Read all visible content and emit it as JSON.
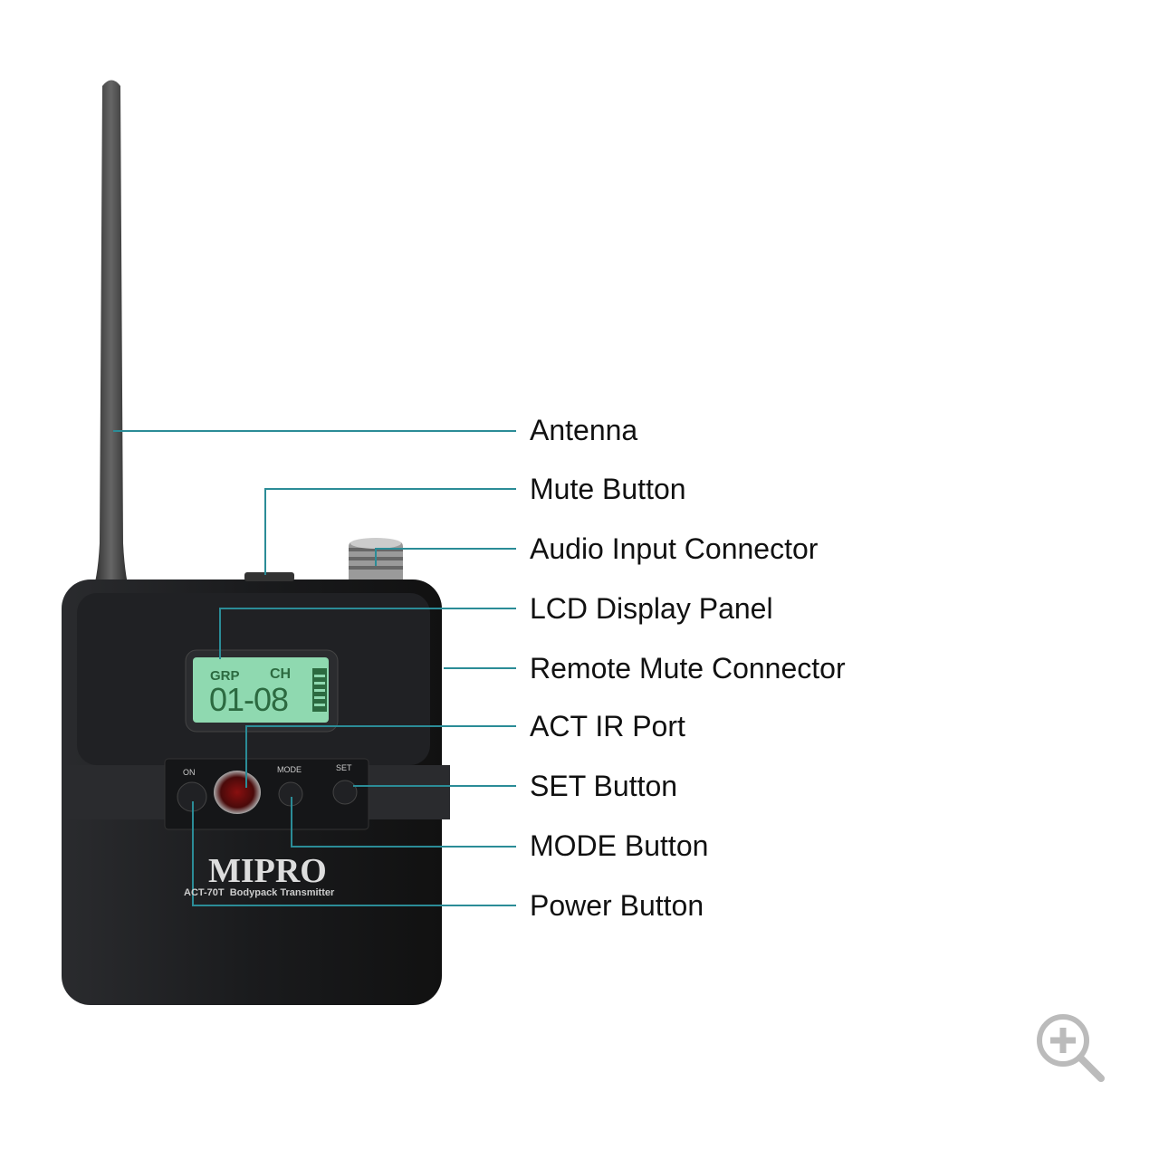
{
  "callouts": [
    {
      "label": "Antenna"
    },
    {
      "label": "Mute Button"
    },
    {
      "label": "Audio Input Connector"
    },
    {
      "label": "LCD Display Panel"
    },
    {
      "label": "Remote Mute Connector"
    },
    {
      "label": "ACT IR Port"
    },
    {
      "label": "SET Button"
    },
    {
      "label": "MODE Button"
    },
    {
      "label": "Power Button"
    }
  ],
  "device": {
    "brand": "MIPRO",
    "model": "ACT-70T  Bodypack Transmitter",
    "lcd": {
      "grp_label": "GRP",
      "ch_label": "CH",
      "value": "01-08"
    },
    "buttons": {
      "on": "ON",
      "mode": "MODE",
      "set": "SET"
    }
  },
  "colors": {
    "leader": "#2b8c97",
    "lcd": "#8fd9b0",
    "body": "#1c1d1f"
  },
  "zoom_icon": "zoom-in-icon"
}
